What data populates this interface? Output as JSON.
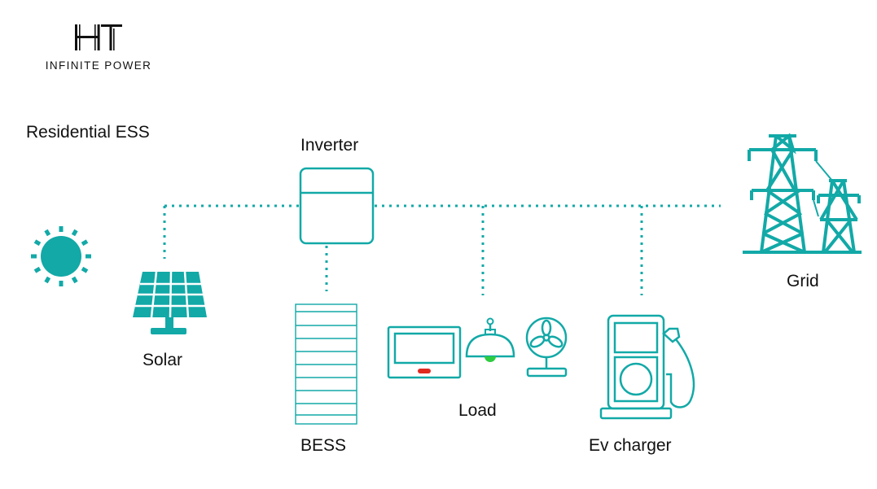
{
  "logo": {
    "mark": "HT",
    "tagline": "INFINITE POWER"
  },
  "title": "Residential ESS",
  "nodes": {
    "inverter": "Inverter",
    "solar": "Solar",
    "bess": "BESS",
    "load": "Load",
    "ev_charger": "Ev charger",
    "grid": "Grid"
  },
  "colors": {
    "accent": "#12a9a7",
    "indicator_red": "#e02a20",
    "indicator_green": "#2ecc40",
    "text": "#111111"
  }
}
